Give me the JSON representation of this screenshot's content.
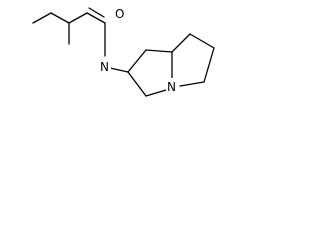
{
  "structure": {
    "atoms": {
      "oxygen": "O",
      "amide_nitrogen": "N",
      "ring_nitrogen": "N"
    }
  },
  "colors": {
    "background": "#ffffff",
    "ink": "#000000"
  }
}
